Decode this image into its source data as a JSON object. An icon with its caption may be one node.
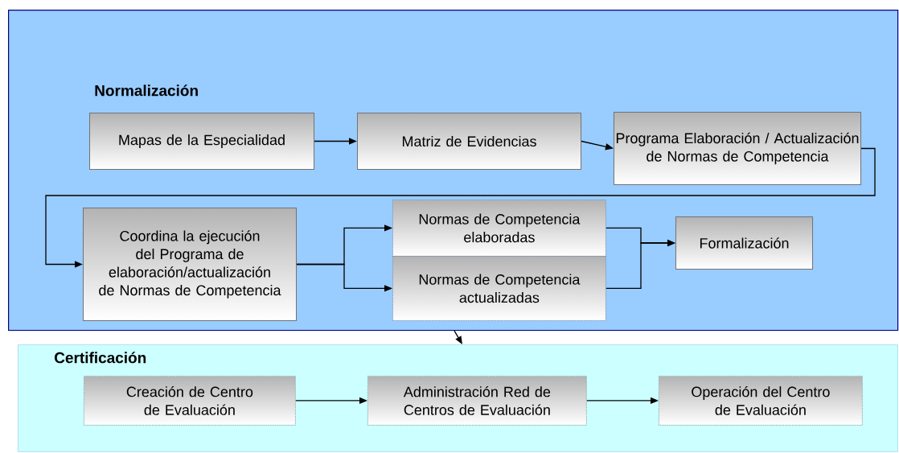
{
  "diagram": {
    "nodes": [
      {
        "text": [
          "Normalización"
        ]
      },
      {
        "text": [
          "Mapas de la Especialidad"
        ],
        "in": 0
      },
      {
        "text": [
          "Matriz de Evidencias"
        ],
        "in": 0
      },
      {
        "text": [
          "Programa Elaboración / Actualización de Normas de Competencia"
        ],
        "in": 0
      },
      {
        "text": [
          "Coordina la ejecución del Programa de elaboración/actualización de Normas de Competencia"
        ],
        "in": 0
      },
      {
        "text": [
          "Normas de Competencia elaboradas"
        ],
        "in": 0
      },
      {
        "text": [
          "Normas de Competencia actualizadas"
        ],
        "in": 0
      },
      {
        "text": [
          "Formalización"
        ],
        "in": 0
      },
      {
        "text": [
          "Certificación"
        ]
      },
      {
        "text": [
          "Creación de Centro de Evaluación"
        ],
        "in": 8
      },
      {
        "text": [
          "Administración Red de Centros de Evaluación"
        ],
        "in": 8
      },
      {
        "text": [
          "Operación del Centro de Evaluación"
        ],
        "in": 8
      }
    ],
    "edges": [
      {
        "from": 1,
        "to": 2,
        "arrow": "to"
      },
      {
        "from": 2,
        "to": 3,
        "arrow": "to"
      },
      {
        "from": 3,
        "to": 4,
        "arrow": "to"
      },
      {
        "from": 4,
        "to": 5,
        "arrow": "to"
      },
      {
        "from": 4,
        "to": 6,
        "arrow": "to"
      },
      {
        "from": 5,
        "to": 7,
        "arrow": "to"
      },
      {
        "from": 6,
        "to": 7,
        "arrow": "to"
      },
      {
        "from": 0,
        "to": 8,
        "arrow": "to"
      },
      {
        "from": 9,
        "to": 10,
        "arrow": "to"
      },
      {
        "from": 10,
        "to": 11,
        "arrow": "to"
      }
    ]
  }
}
